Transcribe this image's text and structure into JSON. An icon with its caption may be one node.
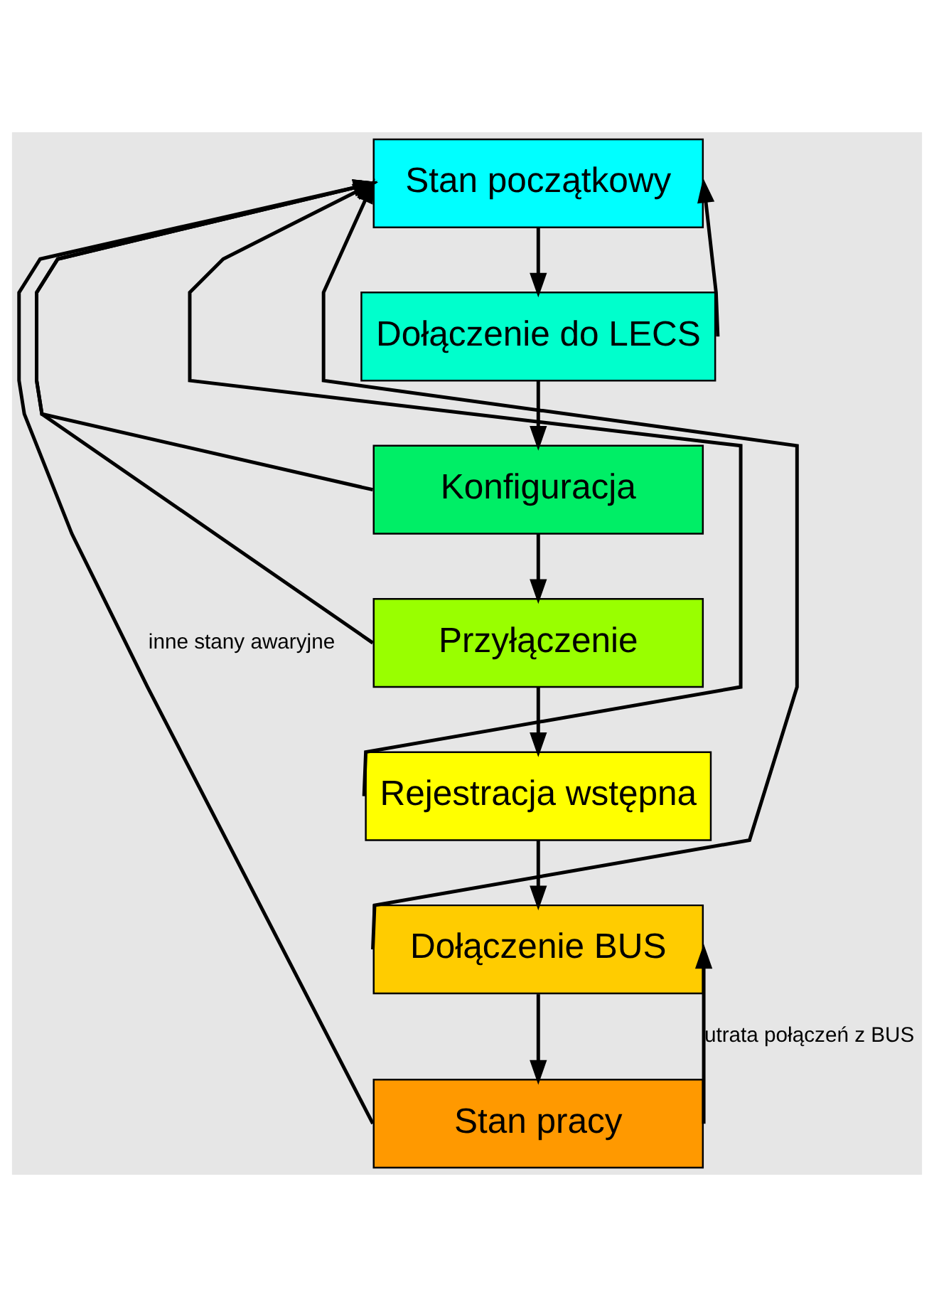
{
  "diagram": {
    "nodes": [
      {
        "text": [
          "Stan początkowy"
        ]
      },
      {
        "text": [
          "Dołączenie do LECS"
        ]
      },
      {
        "text": [
          "Konfiguracja"
        ]
      },
      {
        "text": [
          "Przyłączenie"
        ]
      },
      {
        "text": [
          "Rejestracja wstępna"
        ]
      },
      {
        "text": [
          "Dołączenie BUS"
        ]
      },
      {
        "text": [
          "Stan pracy"
        ]
      }
    ],
    "edges": [
      {
        "from": 0,
        "to": 1,
        "arrow": "to"
      },
      {
        "from": 1,
        "to": 2,
        "arrow": "to"
      },
      {
        "from": 2,
        "to": 3,
        "arrow": "to"
      },
      {
        "from": 3,
        "to": 4,
        "arrow": "to"
      },
      {
        "from": 4,
        "to": 5,
        "arrow": "to"
      },
      {
        "from": 5,
        "to": 6,
        "arrow": "to"
      },
      {
        "from": 1,
        "to": 0,
        "arrow": "to"
      },
      {
        "from": 2,
        "to": 0,
        "arrow": "to"
      },
      {
        "from": 3,
        "to": 0,
        "arrow": "to"
      },
      {
        "from": 4,
        "to": 0,
        "arrow": "to"
      },
      {
        "from": 5,
        "to": 0,
        "arrow": "to"
      },
      {
        "from": 6,
        "to": 0,
        "arrow": "to",
        "label": "inne stany awaryjne"
      },
      {
        "from": 6,
        "to": 5,
        "arrow": "to",
        "label": "utrata połączeń z BUS"
      }
    ]
  }
}
